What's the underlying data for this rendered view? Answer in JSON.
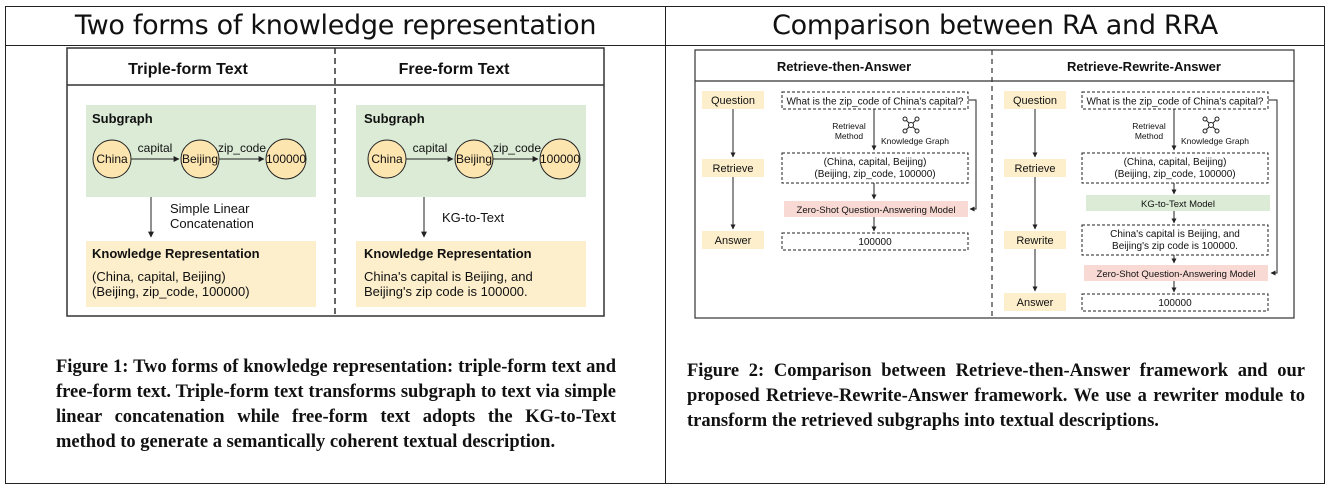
{
  "headers": {
    "left": "Two forms of knowledge representation",
    "right": "Comparison between RA and RRA"
  },
  "figure1": {
    "col_titles": [
      "Triple-form Text",
      "Free-form Text"
    ],
    "subgraph_label": "Subgraph",
    "nodes": [
      "China",
      "Beijing",
      "100000"
    ],
    "edges": [
      "capital",
      "zip_code"
    ],
    "left_method": [
      "Simple Linear",
      "Concatenation"
    ],
    "right_method": "KG-to-Text",
    "kr_label": "Knowledge Representation",
    "left_kr": [
      "(China, capital, Beijing)",
      "(Beijing, zip_code, 100000)"
    ],
    "right_kr": [
      "China's capital is Beijing, and",
      "Beijing's zip code is 100000."
    ],
    "colors": {
      "subgraph_bg": "#dbebd6",
      "kr_bg": "#fdefcc",
      "node_fill": "#fde5b0"
    },
    "caption": "Figure 1: Two forms of knowledge representation: triple-form text and free-form text. Triple-form text transforms subgraph to text via simple linear concatenation while free-form text adopts the KG-to-Text method to generate a semantically coherent textual description."
  },
  "figure2": {
    "col_titles": [
      "Retrieve-then-Answer",
      "Retrieve-Rewrite-Answer"
    ],
    "steps_left": [
      "Question",
      "Retrieve",
      "Answer"
    ],
    "steps_right": [
      "Question",
      "Retrieve",
      "Rewrite",
      "Answer"
    ],
    "question_text": "What is the zip_code of China's capital?",
    "retrieval_method": [
      "Retrieval",
      "Method"
    ],
    "knowledge_graph": "Knowledge Graph",
    "triples": [
      "(China, capital, Beijing)",
      "(Beijing, zip_code, 100000)"
    ],
    "qa_model": "Zero-Shot Question-Answering Model",
    "kg_to_text_model": "KG-to-Text Model",
    "rewrite_text": [
      "China's capital is Beijing, and",
      "Beijing's zip code is 100000."
    ],
    "answer_value": "100000",
    "colors": {
      "step_bg": "#fdefcc",
      "qa_bg": "#f9d9d4",
      "kg_bg": "#dbebd6"
    },
    "caption": "Figure 2: Comparison between Retrieve-then-Answer framework and our proposed Retrieve-Rewrite-Answer framework. We use a rewriter module to transform the retrieved subgraphs into textual descriptions."
  }
}
